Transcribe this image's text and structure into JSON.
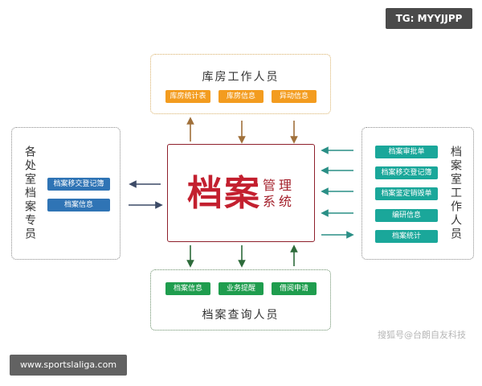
{
  "badge_top_right": "TG: MYYJJPP",
  "badge_bottom_left": "www.sportslaliga.com",
  "watermark": "搜狐号@台朗自友科技",
  "center": {
    "title_big": "档案",
    "title_small_line1": "管理",
    "title_small_line2": "系统"
  },
  "top_group": {
    "title": "库房工作人员",
    "items": [
      "库房统计表",
      "库房信息",
      "异动信息"
    ],
    "color": "#f39c1f"
  },
  "left_group": {
    "title": "各处室档案专员",
    "items": [
      "档案移交登记簿",
      "档案信息"
    ],
    "color": "#2f74b5"
  },
  "right_group": {
    "title": "档案室工作人员",
    "items": [
      "档案审批单",
      "档案移交登记簿",
      "档案鉴定销毁单",
      "编研信息",
      "档案统计"
    ],
    "color": "#1aa79a"
  },
  "bottom_group": {
    "title": "档案查询人员",
    "items": [
      "档案信息",
      "业务提醒",
      "借阅申请"
    ],
    "color": "#1f9d4e"
  }
}
